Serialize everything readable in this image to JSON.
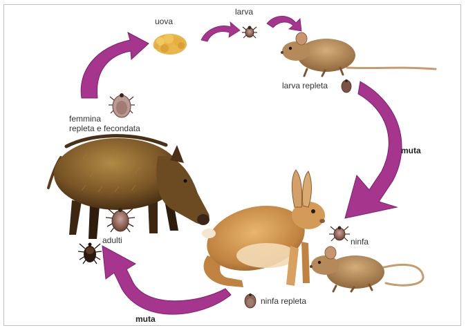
{
  "labels": {
    "eggs": "uova",
    "larva": "larva",
    "larva_engorged": "larva repleta",
    "molt_1": "muta",
    "nymph": "ninfa",
    "nymph_engorged": "ninfa repleta",
    "molt_2": "muta",
    "adults": "adulti",
    "female_line1": "femmina",
    "female_line2": "repleta e fecondata"
  },
  "colors": {
    "arrow": "#a6358d",
    "arrow_dark": "#7d1f6a",
    "boar": "#6b4a22",
    "hare": "#c98a45",
    "mouse": "#b08454",
    "eggs": "#e8b548",
    "tick": "#5a3b2c"
  },
  "icons": {
    "eggs": "egg-cluster",
    "larva": "tick-larva",
    "mouse": "mouse",
    "boar": "wild-boar",
    "hare": "hare",
    "tick": "tick"
  }
}
